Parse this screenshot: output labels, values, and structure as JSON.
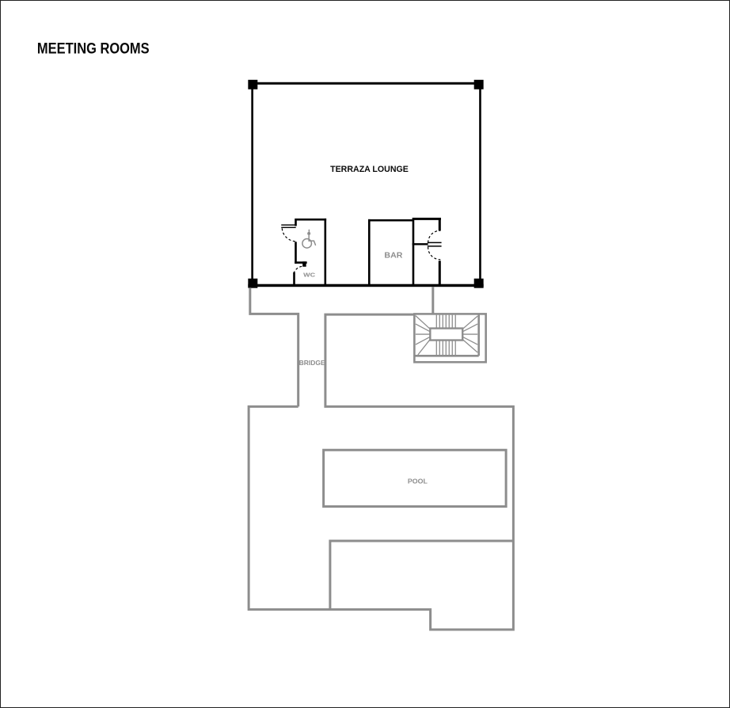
{
  "title": "MEETING ROOMS",
  "colors": {
    "wall": "#000000",
    "line_gray": "#8d8d8d",
    "background": "#ffffff"
  },
  "rooms": {
    "lounge": {
      "label": "TERRAZA LOUNGE"
    },
    "bar": {
      "label": "BAR"
    },
    "wc": {
      "label": "WC"
    },
    "bridge": {
      "label": "BRIDGE"
    },
    "pool": {
      "label": "POOL"
    }
  },
  "icons": {
    "wheelchair_accessible": "wheelchair-accessible-icon"
  }
}
